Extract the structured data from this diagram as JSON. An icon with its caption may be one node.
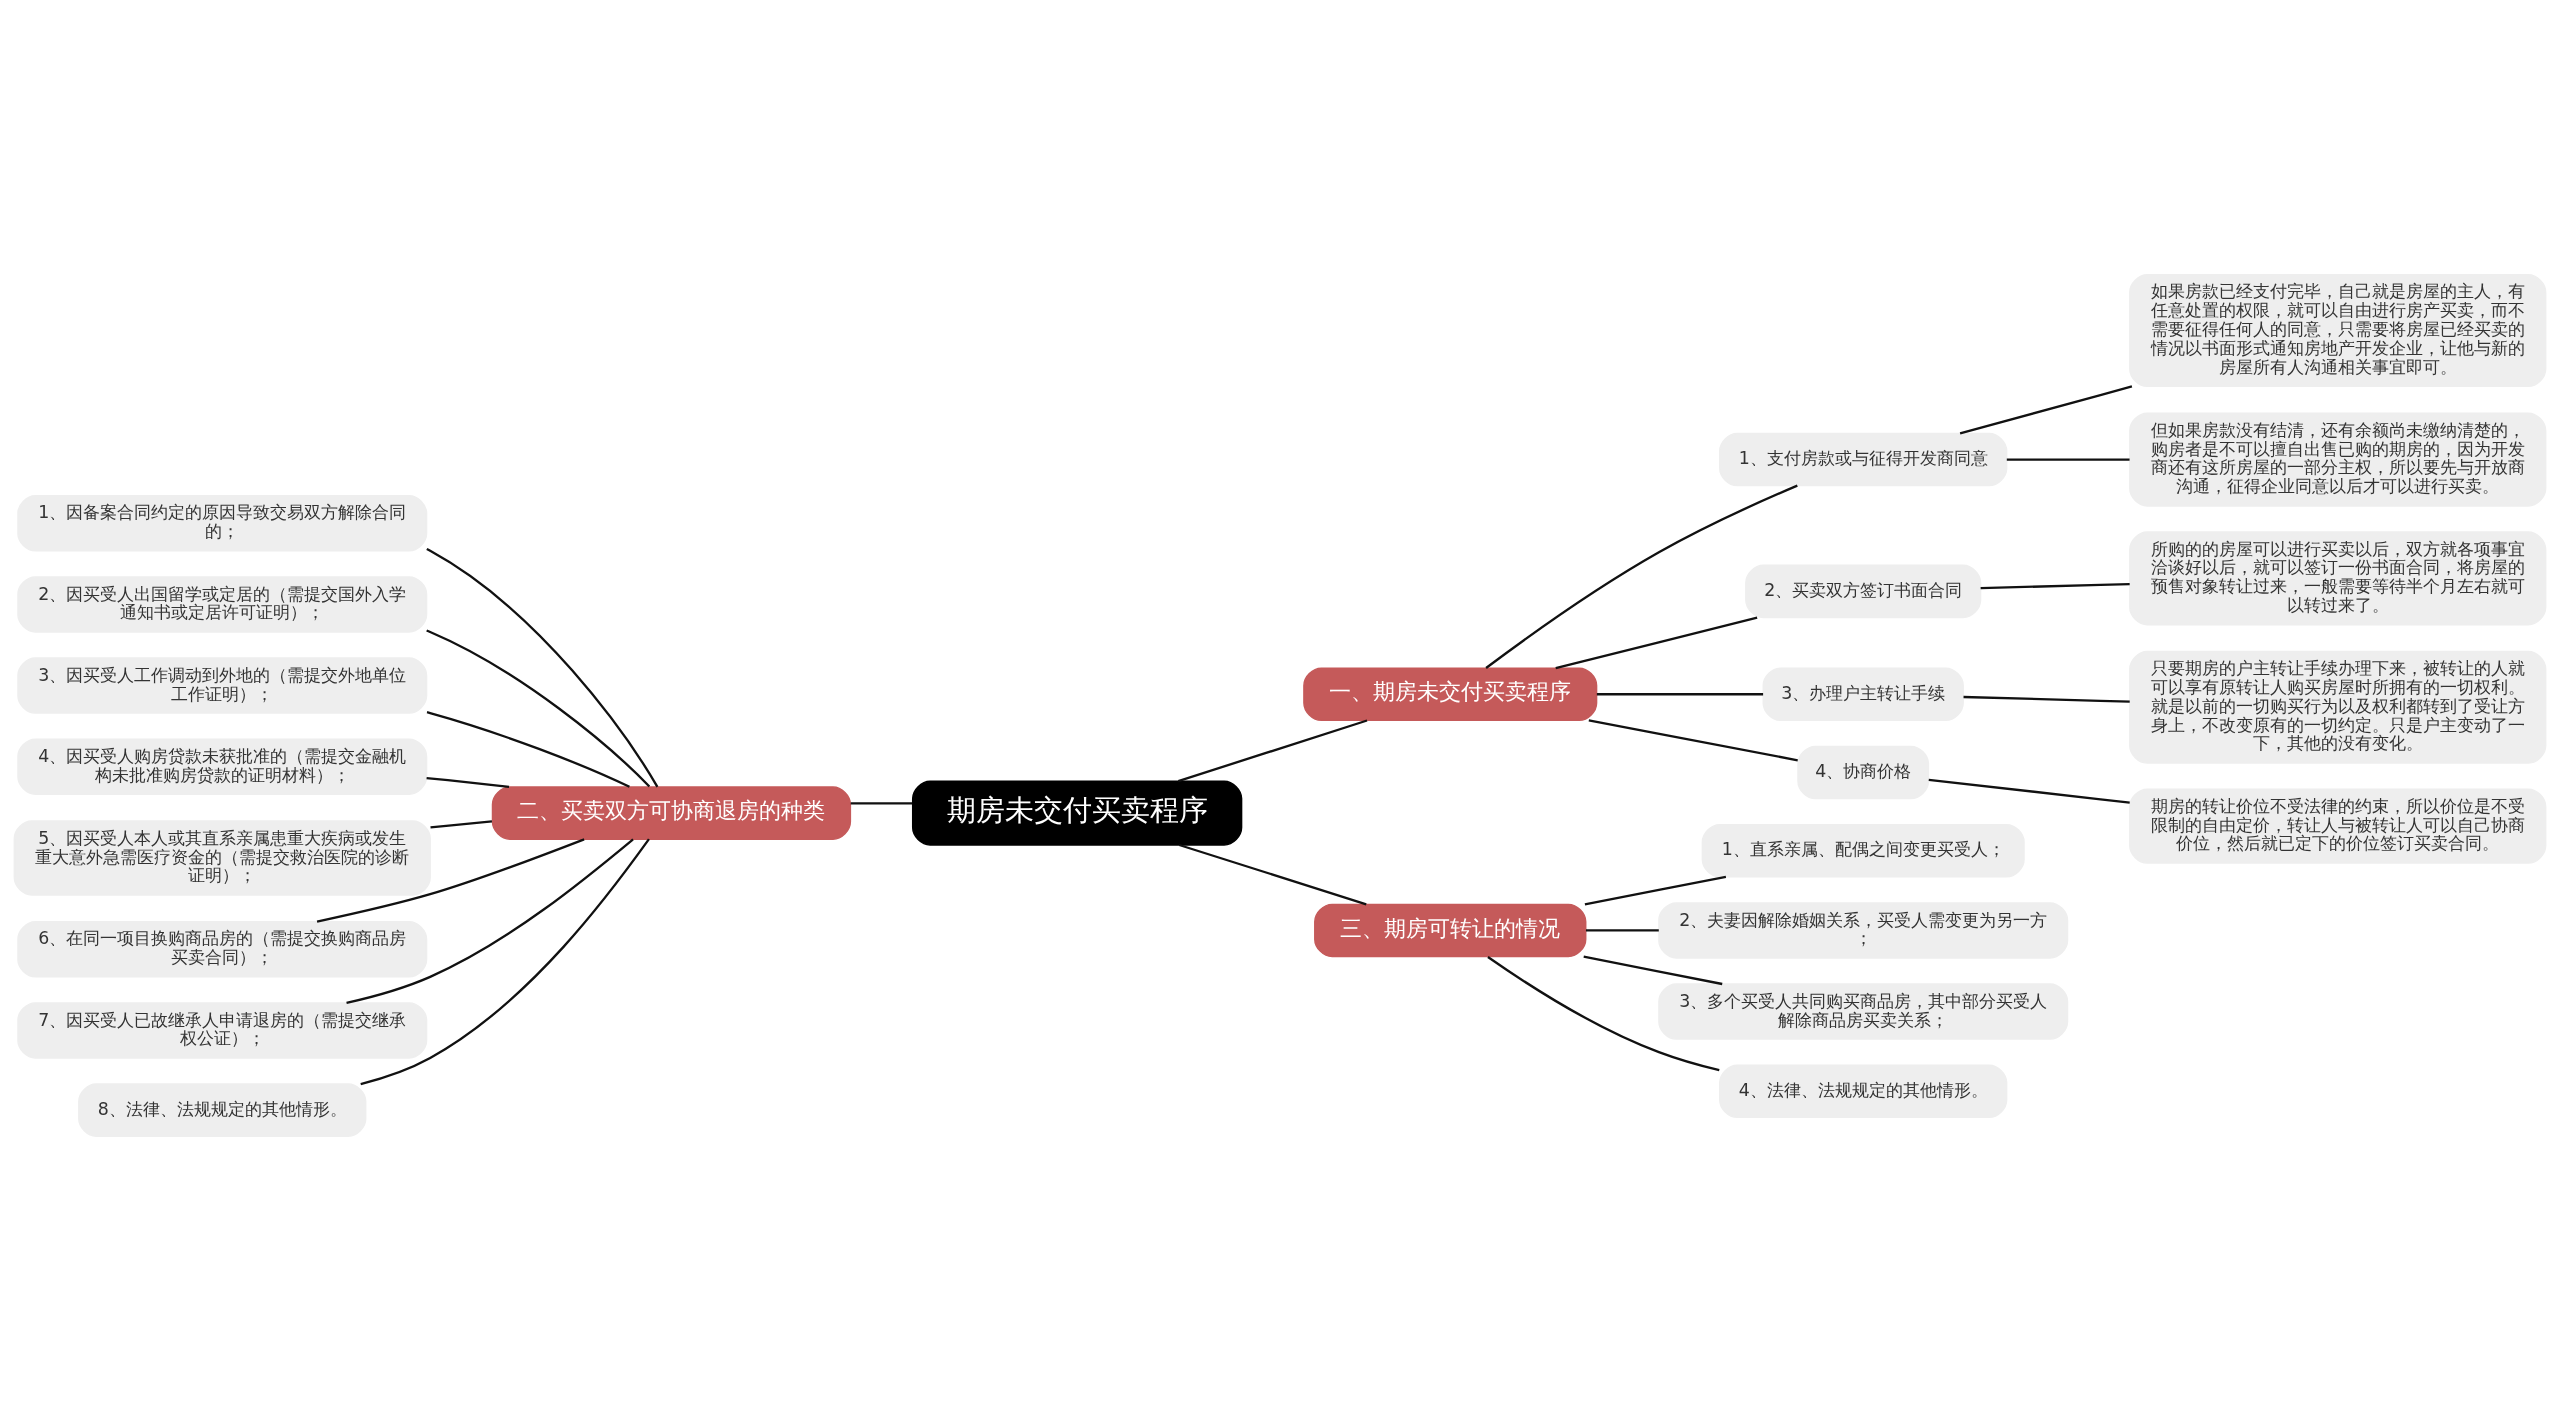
{
  "diagram": {
    "nodes": [
      {
        "text": [
          "期房未交付买卖程序"
        ]
      },
      {
        "text": [
          "一、期房未交付买卖程序"
        ]
      },
      {
        "text": [
          "1、支付房款或与征得开发商同意"
        ]
      },
      {
        "text": [
          "如果房款已经支付完毕，自己就是房屋的主人，有任意处置的权限，就可以自由进行房产买卖，而不需要征得任何人的同意，只需要将房屋已经买卖的情况以书面形式通知房地产开发企业，让他与新的房屋所有人沟通相关事宜即可。"
        ]
      },
      {
        "text": [
          "但如果房款没有结清，还有余额尚未缴纳清楚的，购房者是不可以擅自出售已购的期房的，因为开发商还有这所房屋的一部分主权，所以要先与开放商沟通，征得企业同意以后才可以进行买卖。"
        ]
      },
      {
        "text": [
          "2、买卖双方签订书面合同"
        ]
      },
      {
        "text": [
          "所购的的房屋可以进行买卖以后，双方就各项事宜洽谈好以后，就可以签订一份书面合同，将房屋的预售对象转让过来，一般需要等待半个月左右就可以转过来了。"
        ]
      },
      {
        "text": [
          "3、办理户主转让手续"
        ]
      },
      {
        "text": [
          "只要期房的户主转让手续办理下来，被转让的人就可以享有原转让人购买房屋时所拥有的一切权利。就是以前的一切购买行为以及权利都转到了受让方身上，不改变原有的一切约定。只是户主变动了一下，其他的没有变化。"
        ]
      },
      {
        "text": [
          "4、协商价格"
        ]
      },
      {
        "text": [
          "期房的转让价位不受法律的约束，所以价位是不受限制的自由定价，转让人与被转让人可以自己协商价位，然后就已定下的价位签订买卖合同。"
        ]
      },
      {
        "text": [
          "二、买卖双方可协商退房的种类"
        ]
      },
      {
        "text": [
          "1、因备案合同约定的原因导致交易双方解除合同的；"
        ]
      },
      {
        "text": [
          "2、因买受人出国留学或定居的（需提交国外入学通知书或定居许可证明）；"
        ]
      },
      {
        "text": [
          "3、因买受人工作调动到外地的（需提交外地单位工作证明）；"
        ]
      },
      {
        "text": [
          "4、因买受人购房贷款未获批准的（需提交金融机构未批准购房贷款的证明材料）；"
        ]
      },
      {
        "text": [
          "5、因买受人本人或其直系亲属患重大疾病或发生重大意外急需医疗资金的（需提交救治医院的诊断证明）；"
        ]
      },
      {
        "text": [
          "6、在同一项目换购商品房的（需提交换购商品房买卖合同）；"
        ]
      },
      {
        "text": [
          "7、因买受人已故继承人申请退房的（需提交继承权公证）；"
        ]
      },
      {
        "text": [
          "8、法律、法规规定的其他情形。"
        ]
      },
      {
        "text": [
          "三、期房可转让的情况"
        ]
      },
      {
        "text": [
          "1、直系亲属、配偶之间变更买受人；"
        ]
      },
      {
        "text": [
          "2、夫妻因解除婚姻关系，买受人需变更为另一方；"
        ]
      },
      {
        "text": [
          "3、多个买受人共同购买商品房，其中部分买受人解除商品房买卖关系；"
        ]
      },
      {
        "text": [
          "4、法律、法规规定的其他情形。"
        ]
      }
    ],
    "edges": [
      {
        "from": 0,
        "to": 1,
        "arrow": "none"
      },
      {
        "from": 1,
        "to": 2,
        "arrow": "none"
      },
      {
        "from": 2,
        "to": 3,
        "arrow": "none"
      },
      {
        "from": 2,
        "to": 4,
        "arrow": "none"
      },
      {
        "from": 1,
        "to": 5,
        "arrow": "none"
      },
      {
        "from": 5,
        "to": 6,
        "arrow": "none"
      },
      {
        "from": 1,
        "to": 7,
        "arrow": "none"
      },
      {
        "from": 7,
        "to": 8,
        "arrow": "none"
      },
      {
        "from": 1,
        "to": 9,
        "arrow": "none"
      },
      {
        "from": 9,
        "to": 10,
        "arrow": "none"
      },
      {
        "from": 0,
        "to": 11,
        "arrow": "none"
      },
      {
        "from": 11,
        "to": 12,
        "arrow": "none"
      },
      {
        "from": 11,
        "to": 13,
        "arrow": "none"
      },
      {
        "from": 11,
        "to": 14,
        "arrow": "none"
      },
      {
        "from": 11,
        "to": 15,
        "arrow": "none"
      },
      {
        "from": 11,
        "to": 16,
        "arrow": "none"
      },
      {
        "from": 11,
        "to": 17,
        "arrow": "none"
      },
      {
        "from": 11,
        "to": 18,
        "arrow": "none"
      },
      {
        "from": 11,
        "to": 19,
        "arrow": "none"
      },
      {
        "from": 0,
        "to": 20,
        "arrow": "none"
      },
      {
        "from": 20,
        "to": 21,
        "arrow": "none"
      },
      {
        "from": 20,
        "to": 22,
        "arrow": "none"
      },
      {
        "from": 20,
        "to": 23,
        "arrow": "none"
      },
      {
        "from": 20,
        "to": 24,
        "arrow": "none"
      }
    ]
  }
}
